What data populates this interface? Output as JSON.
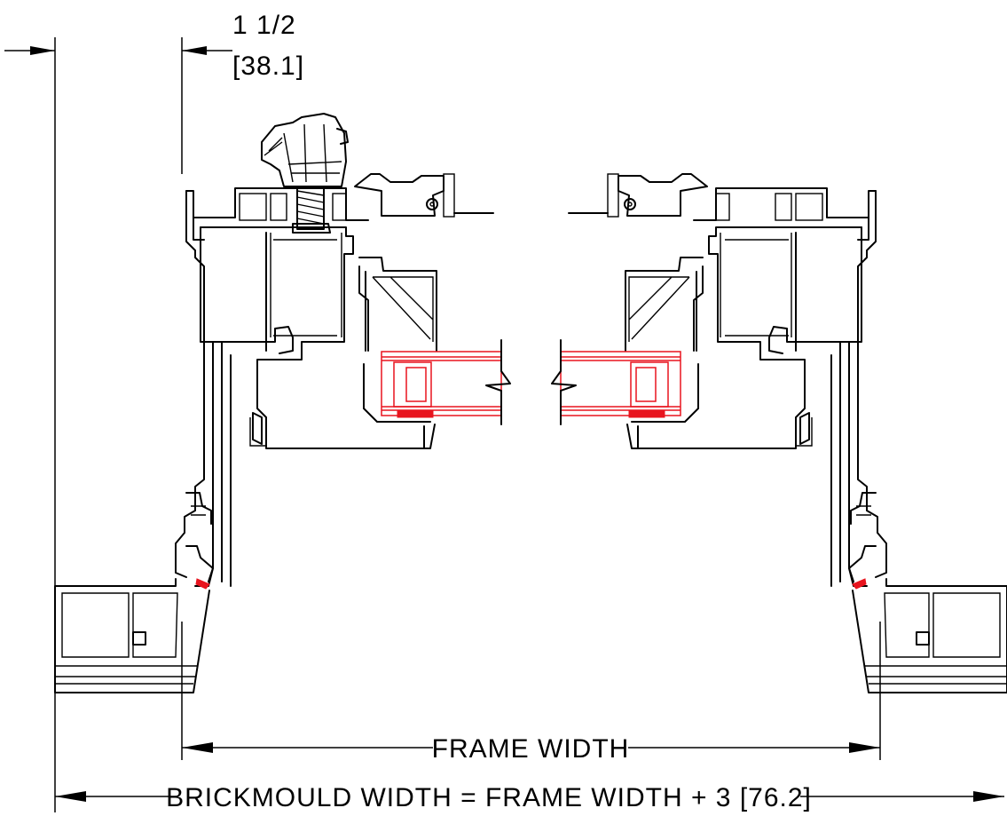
{
  "dimensions": {
    "top_fraction": "1  1/2",
    "top_metric": "[38.1]",
    "frame_width": "FRAME WIDTH",
    "brickmould_width": "BRICKMOULD WIDTH  =  FRAME WIDTH  +  3  [76.2]"
  },
  "colors": {
    "line": "#000000",
    "glazing": "#e8141e",
    "background": "#ffffff"
  }
}
